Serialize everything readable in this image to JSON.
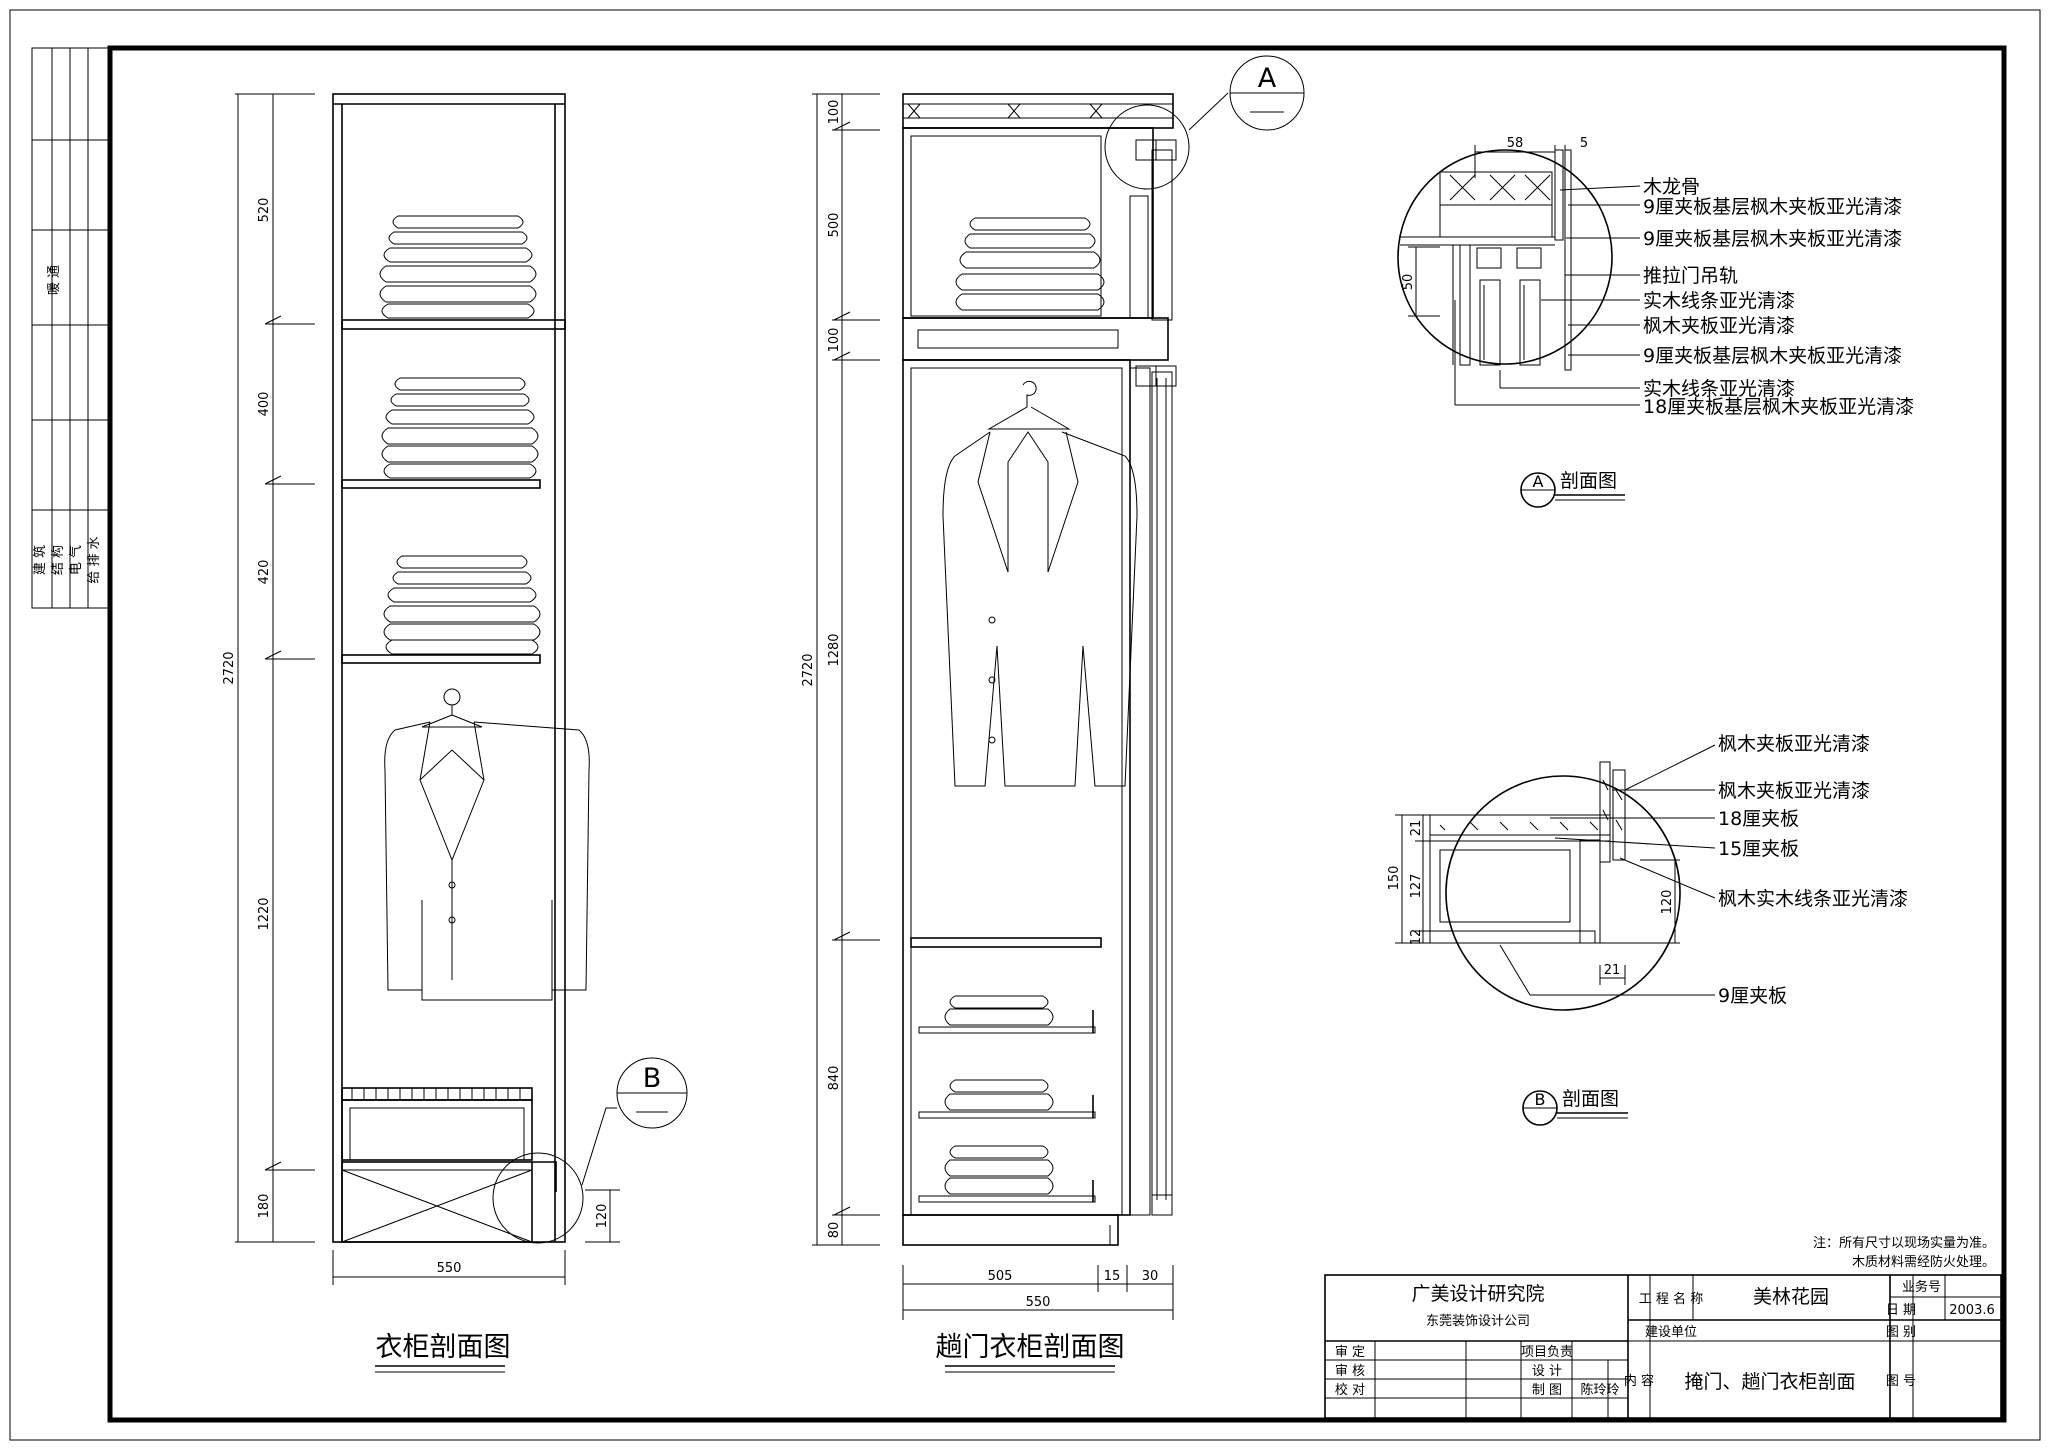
{
  "left_strip": {
    "top_label": "暖 通",
    "labels": [
      "建 筑",
      "结 构",
      "电 气",
      "给 排 水"
    ]
  },
  "drawing1": {
    "title": "衣柜剖面图",
    "dims_vertical": [
      "520",
      "400",
      "420",
      "1220",
      "180"
    ],
    "dim_total": "2720",
    "dim_width": "550",
    "dim_base": "120",
    "callout": "B"
  },
  "drawing2": {
    "title": "趟门衣柜剖面图",
    "dims_vertical": [
      "100",
      "500",
      "100",
      "1280",
      "840",
      "80"
    ],
    "dim_total": "2720",
    "dims_bottom": [
      "505",
      "15",
      "30"
    ],
    "dim_width": "550",
    "callout": "A"
  },
  "detail_a": {
    "title": "剖面图",
    "letter": "A",
    "dims": [
      "58",
      "5",
      "50"
    ],
    "notes": [
      "木龙骨",
      "9厘夹板基层枫木夹板亚光清漆",
      "9厘夹板基层枫木夹板亚光清漆",
      "推拉门吊轨",
      "实木线条亚光清漆",
      "枫木夹板亚光清漆",
      "9厘夹板基层枫木夹板亚光清漆",
      "实木线条亚光清漆",
      "18厘夹板基层枫木夹板亚光清漆"
    ]
  },
  "detail_b": {
    "title": "剖面图",
    "letter": "B",
    "dims": [
      "21",
      "150",
      "127",
      "12",
      "120",
      "21"
    ],
    "notes": [
      "枫木夹板亚光清漆",
      "枫木夹板亚光清漆",
      "18厘夹板",
      "15厘夹板",
      "枫木实木线条亚光清漆",
      "9厘夹板"
    ]
  },
  "note": {
    "line1": "注：所有尺寸以现场实量为准。",
    "line2": "木质材料需经防火处理。"
  },
  "title_block": {
    "company": "广美设计研究院",
    "sub_company": "东莞装饰设计公司",
    "roles": [
      "审 定",
      "审 核",
      "校 对"
    ],
    "roles2": [
      "项目负责",
      "设 计",
      "制 图"
    ],
    "drafter": "陈玲玲",
    "project_label": "工 程 名 称",
    "project_name": "美林花园",
    "client_label": "建设单位",
    "content_label": "内 容",
    "content": "掩门、趟门衣柜剖面",
    "job_no_label": "业务号",
    "date_label": "日 期",
    "date": "2003.6",
    "type_label": "图 别",
    "drawing_no_label": "图 号"
  }
}
